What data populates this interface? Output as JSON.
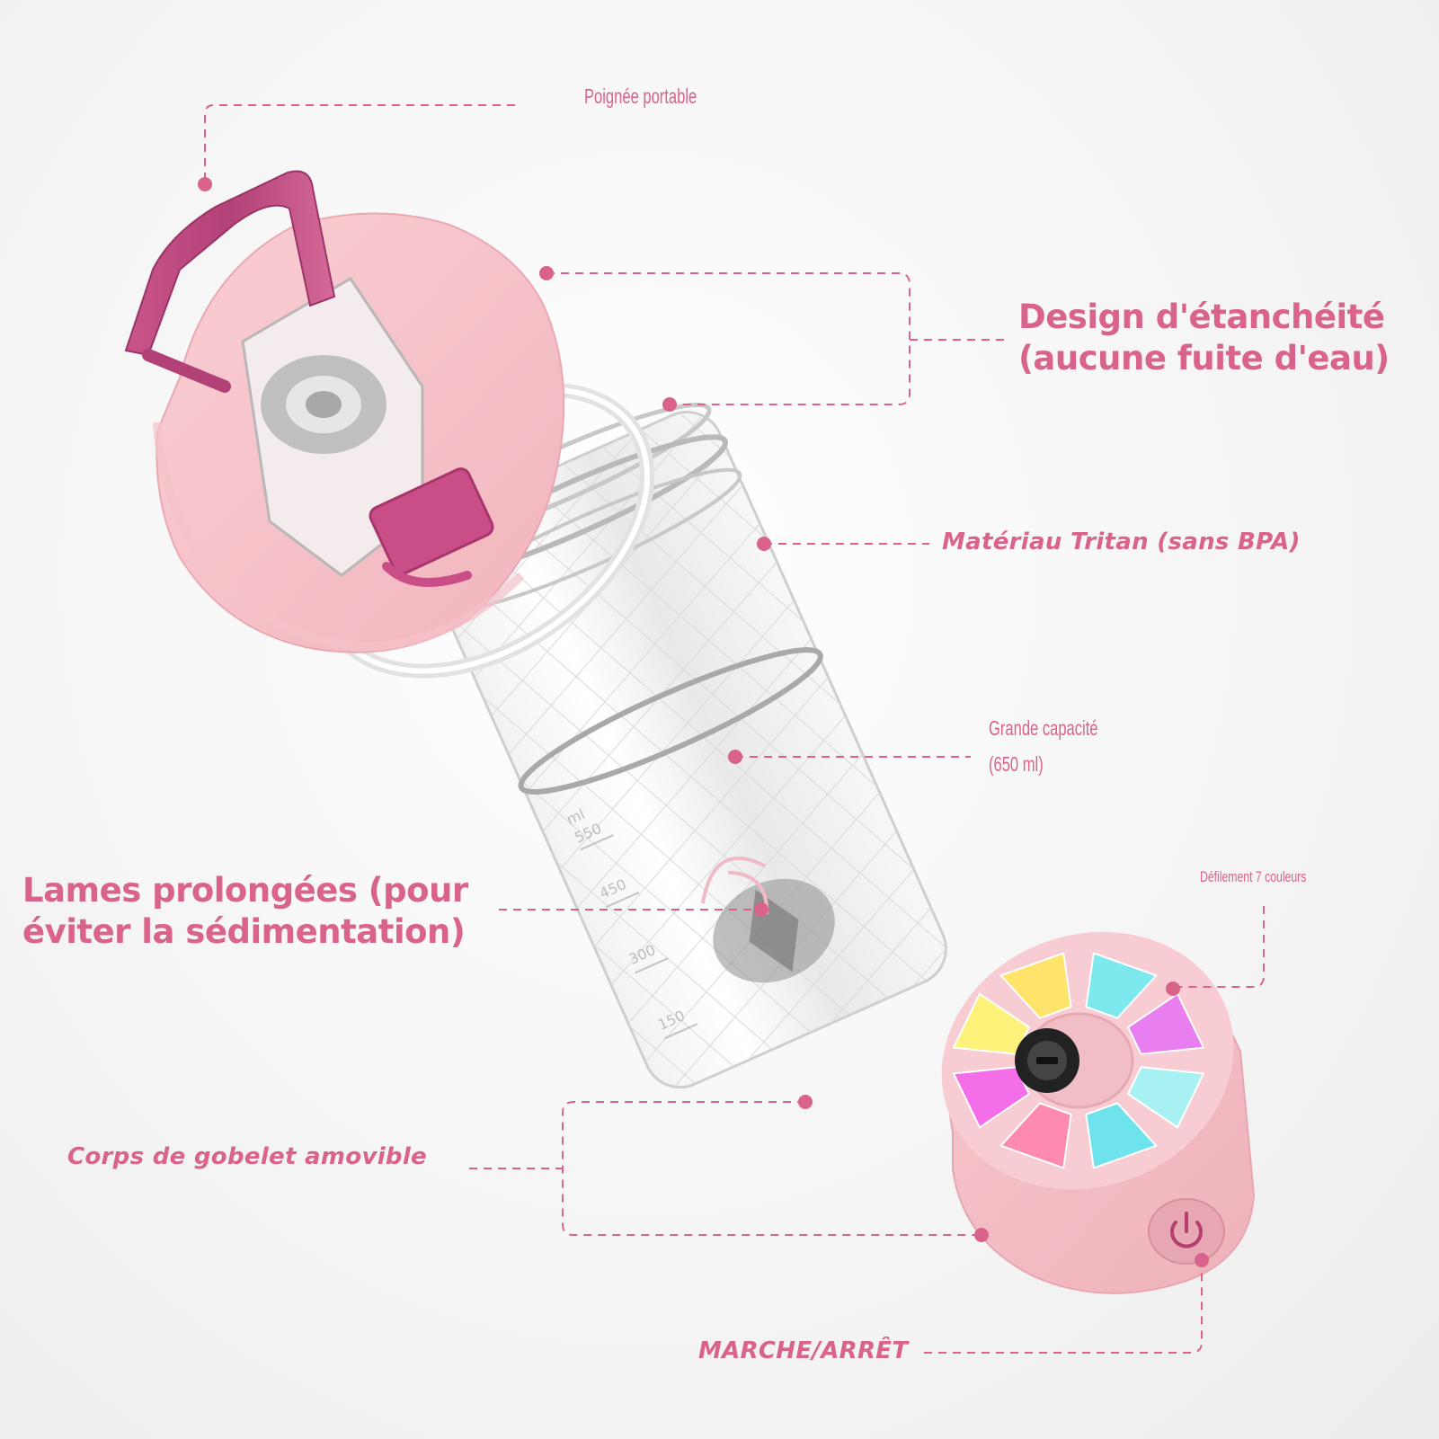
{
  "colors": {
    "label_pink": "#d9638a",
    "lid_pink": "#f5bfc6",
    "handle_magenta": "#b8487a",
    "leader_line": "#d9638a"
  },
  "labels": {
    "handle": "Poignée portable",
    "seal_line1": "Design d'étanchéité",
    "seal_line2": "(aucune fuite d'eau)",
    "material": "Matériau Tritan (sans BPA)",
    "capacity_line1": "Grande capacité",
    "capacity_line2": "(650 ml)",
    "blades_line1": "Lames prolongées (pour",
    "blades_line2": "éviter la sédimentation)",
    "colors7": "Défilement 7 couleurs",
    "removable": "Corps de gobelet amovible",
    "power": "MARCHE/ARRÊT"
  },
  "graduations": {
    "unit": "ml",
    "marks": [
      "550",
      "450",
      "300",
      "150"
    ]
  },
  "led_colors": [
    "#7de8ee",
    "#e97ef0",
    "#a8f1f2",
    "#6fe3ec",
    "#ff8ab0",
    "#f36ee8",
    "#fff27a",
    "#ffe36a"
  ],
  "icons": {
    "power": "power-icon",
    "usb": "usb-port-icon"
  }
}
